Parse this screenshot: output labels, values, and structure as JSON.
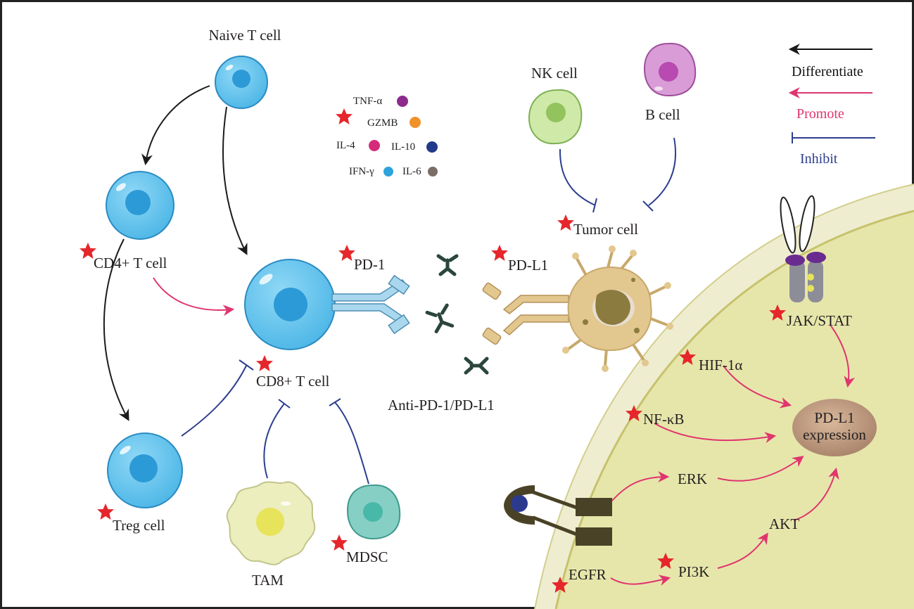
{
  "cells": {
    "naive_t": "Naive T cell",
    "cd4_t": "CD4+ T cell",
    "cd8_t": "CD8+ T cell",
    "treg": "Treg cell",
    "tam": "TAM",
    "mdsc": "MDSC",
    "nk": "NK cell",
    "b_cell": "B cell",
    "tumor": "Tumor cell"
  },
  "receptors": {
    "pd1": "PD-1",
    "pdl1": "PD-L1",
    "antibody": "Anti-PD-1/PD-L1"
  },
  "cytokines": [
    {
      "label": "TNF-α",
      "color": "#8e2a8c"
    },
    {
      "label": "GZMB",
      "color": "#f0922a"
    },
    {
      "label": "IL-4",
      "color": "#d62a7a"
    },
    {
      "label": "IL-10",
      "color": "#233a8a"
    },
    {
      "label": "IFN-γ",
      "color": "#2ea3dc"
    },
    {
      "label": "IL-6",
      "color": "#7a6e66"
    }
  ],
  "legend": {
    "differentiate": "Differentiate",
    "promote": "Promote",
    "inhibit": "Inhibit",
    "differentiate_color": "#111111",
    "promote_color": "#e0356e",
    "inhibit_color": "#2d3f8e"
  },
  "pathways": {
    "jak_stat": "JAK/STAT",
    "hif1a": "HIF-1α",
    "nfkb": "NF-κB",
    "erk": "ERK",
    "akt": "AKT",
    "pi3k": "PI3K",
    "egfr": "EGFR",
    "expression_line1": "PD-L1",
    "expression_line2": "expression"
  },
  "colors": {
    "tcell": "#5cc4ee",
    "tcell_nucleus": "#2c9ad6",
    "tumor_cytoplasm": "#ecebb3",
    "tumor_membrane": "#c7c26c",
    "star": "#e5262b"
  }
}
